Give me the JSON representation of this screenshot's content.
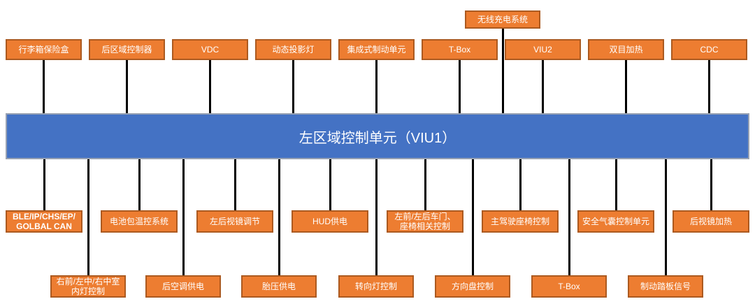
{
  "diagram": {
    "hub": {
      "label": "左区域控制单元（VIU1）"
    },
    "wireless": {
      "label": "无线充电系统"
    },
    "top_row": [
      {
        "label": "行李箱保险盒"
      },
      {
        "label": "后区域控制器"
      },
      {
        "label": "VDC"
      },
      {
        "label": "动态投影灯"
      },
      {
        "label": "集成式制动单元"
      },
      {
        "label": "T-Box"
      },
      {
        "label": "VIU2"
      },
      {
        "label": "双目加热"
      },
      {
        "label": "CDC"
      }
    ],
    "bottom_row_1": [
      {
        "label": "BLE/IP/CHS/EP/GOLBAL CAN"
      },
      {
        "label": "电池包温控系统"
      },
      {
        "label": "左后视镜调节"
      },
      {
        "label": "HUD供电"
      },
      {
        "label": "左前/左后车门、座椅相关控制"
      },
      {
        "label": "主驾驶座椅控制"
      },
      {
        "label": "安全气囊控制单元"
      },
      {
        "label": "后视镜加热"
      }
    ],
    "bottom_row_2": [
      {
        "label": "右前/左中/右中室内灯控制"
      },
      {
        "label": "后空调供电"
      },
      {
        "label": "胎压供电"
      },
      {
        "label": "转向灯控制"
      },
      {
        "label": "方向盘控制"
      },
      {
        "label": "T-Box"
      },
      {
        "label": "制动踏板信号"
      }
    ],
    "colors": {
      "node_fill": "#ED7D31",
      "node_border": "#AC5A20",
      "hub_fill": "#4472C4",
      "hub_border": "#98A2B3",
      "connector": "#000000",
      "label_text": "#FFFFFF"
    }
  }
}
